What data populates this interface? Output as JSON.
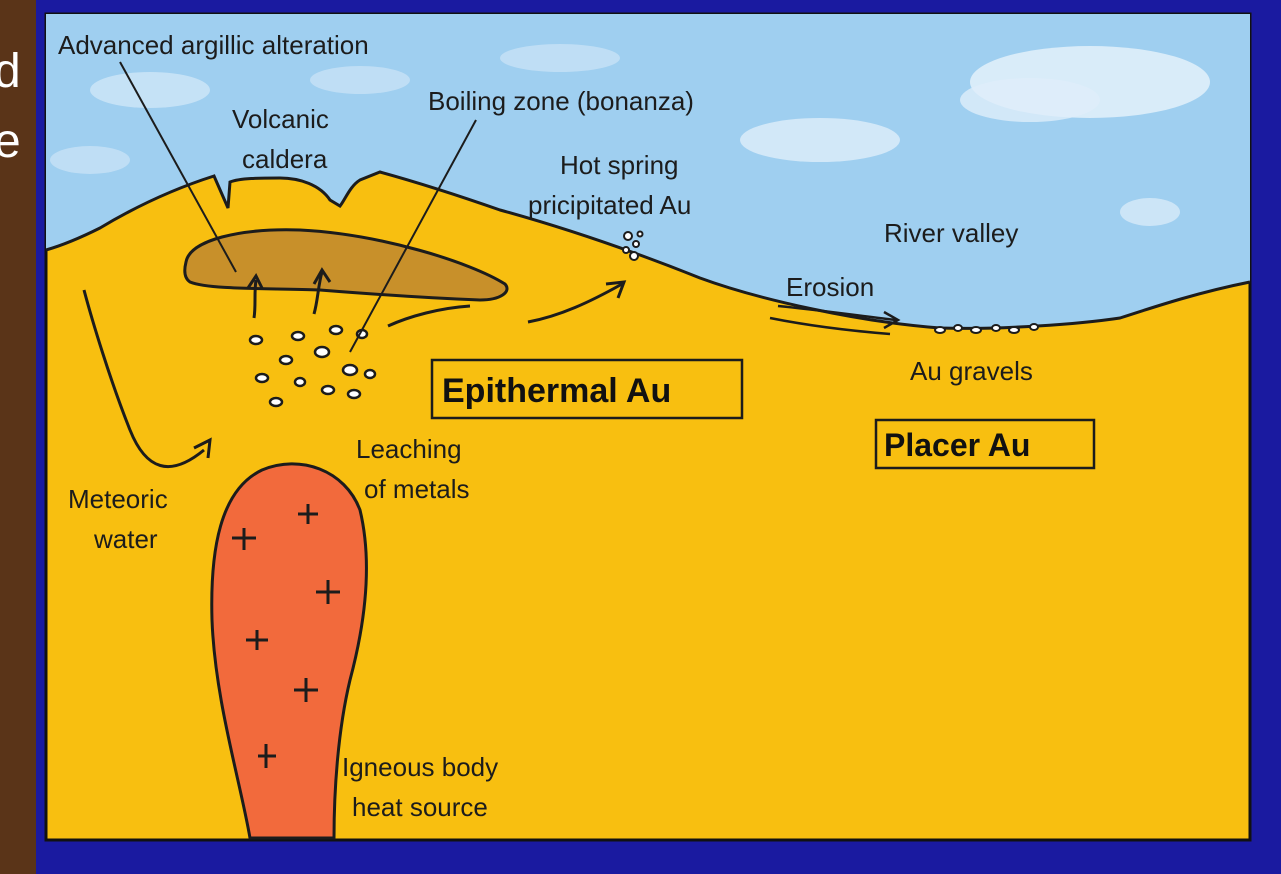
{
  "side_text": {
    "line1": "d",
    "line2": "e"
  },
  "labels": {
    "advanced_argillic": "Advanced argillic alteration",
    "volcanic": "Volcanic",
    "caldera": "caldera",
    "boiling_zone": "Boiling zone (bonanza)",
    "hot_spring_1": "Hot spring",
    "hot_spring_2": "pricipitated Au",
    "river_valley": "River valley",
    "erosion": "Erosion",
    "au_gravels": "Au gravels",
    "epithermal": "Epithermal Au",
    "placer": "Placer Au",
    "leaching_1": "Leaching",
    "leaching_2": "of metals",
    "meteoric_1": "Meteoric",
    "meteoric_2": "water",
    "igneous_1": "Igneous body",
    "igneous_2": "heat source"
  },
  "colors": {
    "outer_border": "#1a1aa0",
    "sky": "#9fcff0",
    "ground": "#f8bf10",
    "alteration": "#c8902a",
    "igneous_body": "#f26a3c",
    "left_strip": "#5a3418",
    "outline": "#1c1c1c"
  }
}
